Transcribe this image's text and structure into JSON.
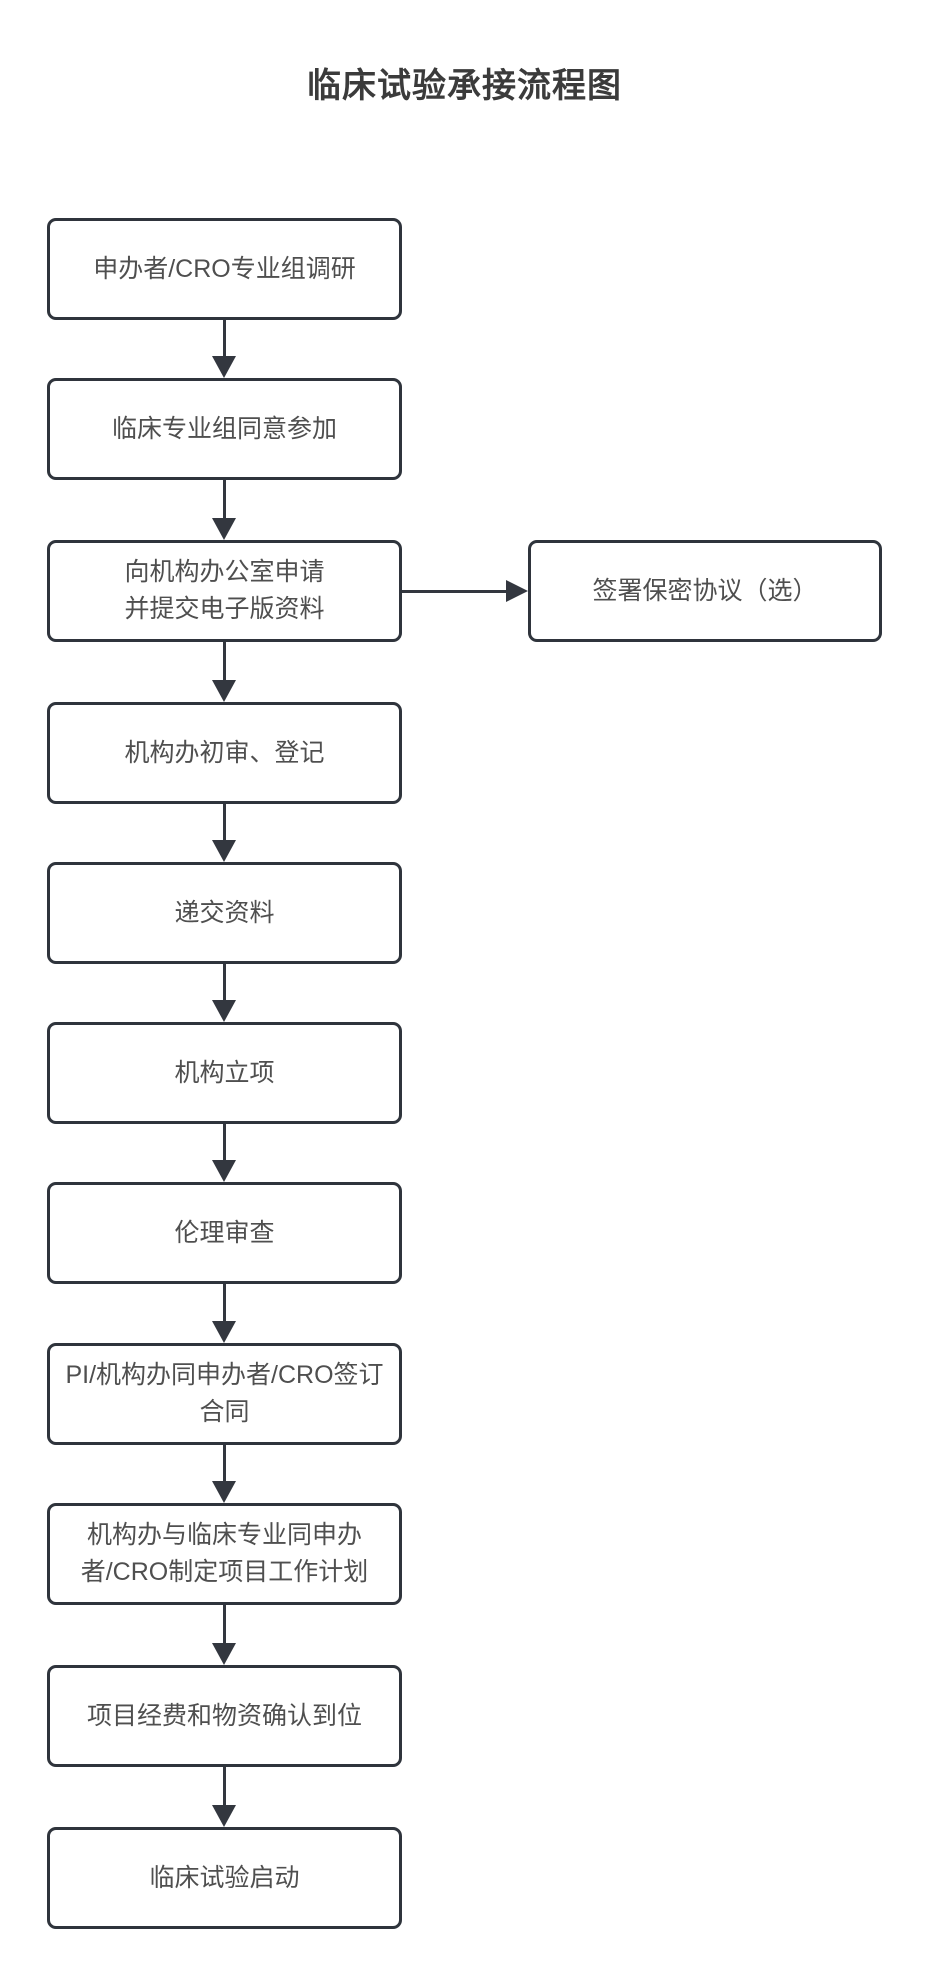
{
  "title": "临床试验承接流程图",
  "flow": {
    "nodes": [
      {
        "label": "申办者/CRO专业组调研"
      },
      {
        "label": "临床专业组同意参加"
      },
      {
        "label": "向机构办公室申请\n并提交电子版资料"
      },
      {
        "label": "机构办初审、登记"
      },
      {
        "label": "递交资料"
      },
      {
        "label": "机构立项"
      },
      {
        "label": "伦理审查"
      },
      {
        "label": "PI/机构办同申办者/CRO签订\n合同"
      },
      {
        "label": "机构办与临床专业同申办\n者/CRO制定项目工作计划"
      },
      {
        "label": "项目经费和物资确认到位"
      },
      {
        "label": "临床试验启动"
      }
    ],
    "branch": {
      "label": "签署保密协议（选）",
      "from_node_index": 2,
      "direction": "right"
    },
    "colors": {
      "border": "#2f343c",
      "arrow": "#33373f",
      "node_text": "#4f4f4f",
      "title_text": "#3b3b3b",
      "background": "#ffffff"
    }
  }
}
